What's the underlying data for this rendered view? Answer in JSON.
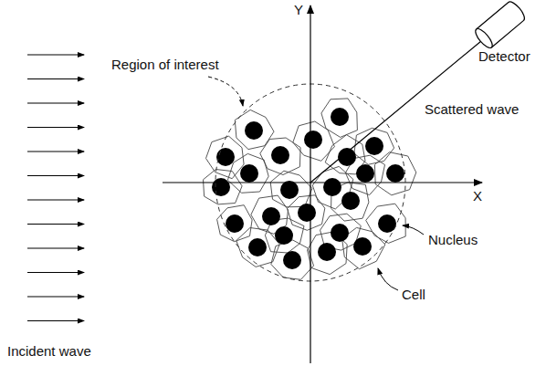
{
  "diagram": {
    "labels": [
      "Y",
      "Region of interest",
      "Detector",
      "Scattered wave",
      "X",
      "Nucleus",
      "Cell",
      "Incident wave"
    ]
  }
}
